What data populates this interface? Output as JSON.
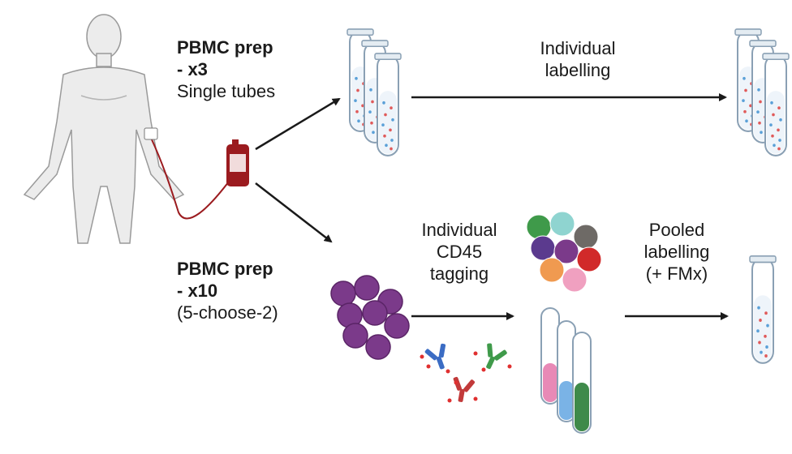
{
  "colors": {
    "text": "#1a1a1a",
    "blood": "#9b1b1f",
    "skin": "#ececec",
    "cell_purple": "#7b3a8a",
    "dot_blue": "#5aa0d8",
    "dot_red": "#e05a5a",
    "antibody_blue": "#3b6cc4",
    "antibody_green": "#3f9a4a",
    "antibody_red": "#c23a3a"
  },
  "labels": {
    "top_prep_line1": "PBMC prep",
    "top_prep_line2": "- x3",
    "top_prep_line3": "Single tubes",
    "top_step_line1": "Individual",
    "top_step_line2": "labelling",
    "bottom_prep_line1": "PBMC prep",
    "bottom_prep_line2": "- x10",
    "bottom_prep_line3": "(5-choose-2)",
    "tagging_line1": "Individual",
    "tagging_line2": "CD45",
    "tagging_line3": "tagging",
    "pooled_line1": "Pooled",
    "pooled_line2": "labelling",
    "pooled_line3": "(+ FMx)"
  },
  "icons": {
    "donor": "human-figure-icon",
    "blood_bag": "blood-bag-icon",
    "tubes": "test-tube-icon",
    "cells": "cell-cluster-icon",
    "antibodies": "antibody-icon",
    "colored_cells": "colored-cell-cluster-icon"
  }
}
